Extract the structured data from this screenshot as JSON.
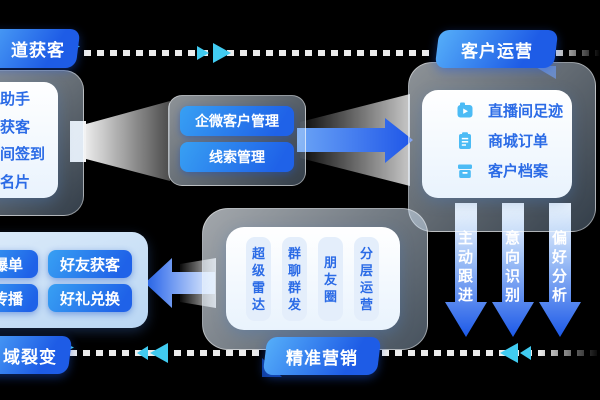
{
  "background": "#000000",
  "colors": {
    "title_gradient_start": "#55aef9",
    "title_gradient_end": "#1e5ce6",
    "button_gradient_start": "#38a0f3",
    "button_gradient_end": "#1f62e8",
    "panel_text_blue": "#2b6be6",
    "icon_light_blue": "#4cbbf5",
    "cyan_flow_triangle": "#41cbf0",
    "dash_line": "#ececec",
    "flow_arrow_blue": "#1d5ae8"
  },
  "channel_module": {
    "title": "道获客",
    "items": [
      "助手",
      "获客",
      "间签到",
      "名片"
    ]
  },
  "wecom_module": {
    "buttons": [
      "企微客户管理",
      "线索管理"
    ]
  },
  "customer_ops_module": {
    "title": "客户运营",
    "items": [
      {
        "icon": "live-stream-icon",
        "label": "直播间足迹"
      },
      {
        "icon": "order-list-icon",
        "label": "商城订单"
      },
      {
        "icon": "archive-box-icon",
        "label": "客户档案"
      }
    ]
  },
  "marketing_module": {
    "title": "精准营销",
    "pills": [
      "超级雷达",
      "群聊群发",
      "朋友圈",
      "分层运营"
    ]
  },
  "fission_module": {
    "title": "域裂变",
    "buttons": [
      "爆单",
      "好友获客",
      "传播",
      "好礼兑换"
    ]
  },
  "flow_labels": [
    "主动跟进",
    "意向识别",
    "偏好分析"
  ]
}
